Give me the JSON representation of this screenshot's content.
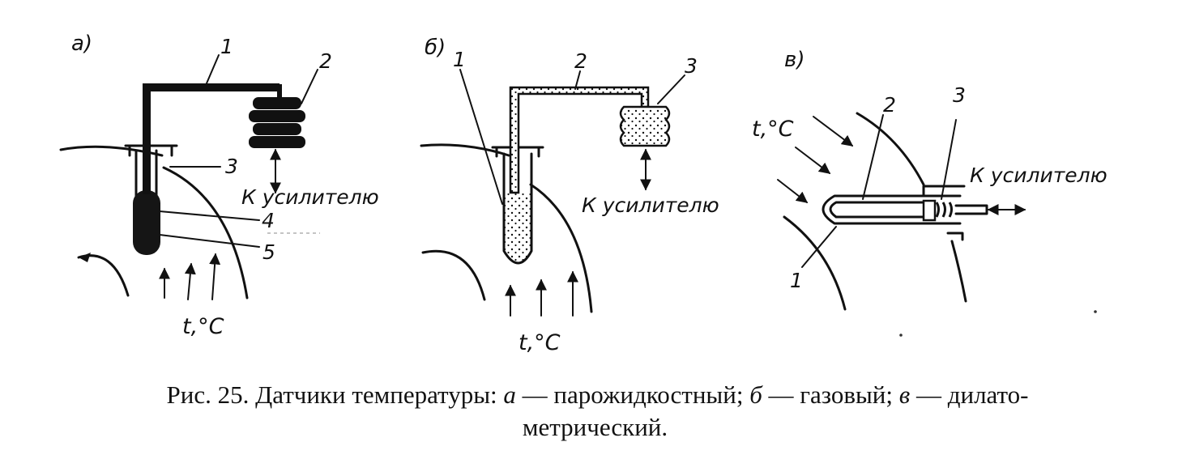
{
  "panels": {
    "a": {
      "letter": "а)",
      "labels": [
        "1",
        "2",
        "3",
        "4",
        "5"
      ],
      "amplifier": "К усилителю",
      "temperature": "t,°C"
    },
    "b": {
      "letter": "б)",
      "labels": [
        "1",
        "2",
        "3"
      ],
      "amplifier": "К усилителю",
      "temperature": "t,°C"
    },
    "v": {
      "letter": "в)",
      "labels": [
        "1",
        "2",
        "3"
      ],
      "amplifier": "К усилителю",
      "temperature": "t,°C"
    }
  },
  "caption": {
    "prefix": "Рис.  25. Датчики  температуры: ",
    "a_letter": "а",
    "a_text": " — парожидкостный;  ",
    "b_letter": "б",
    "b_text": " — газовый;  ",
    "v_letter": "в",
    "v_text": " — дилато-",
    "line2": "метрический."
  }
}
